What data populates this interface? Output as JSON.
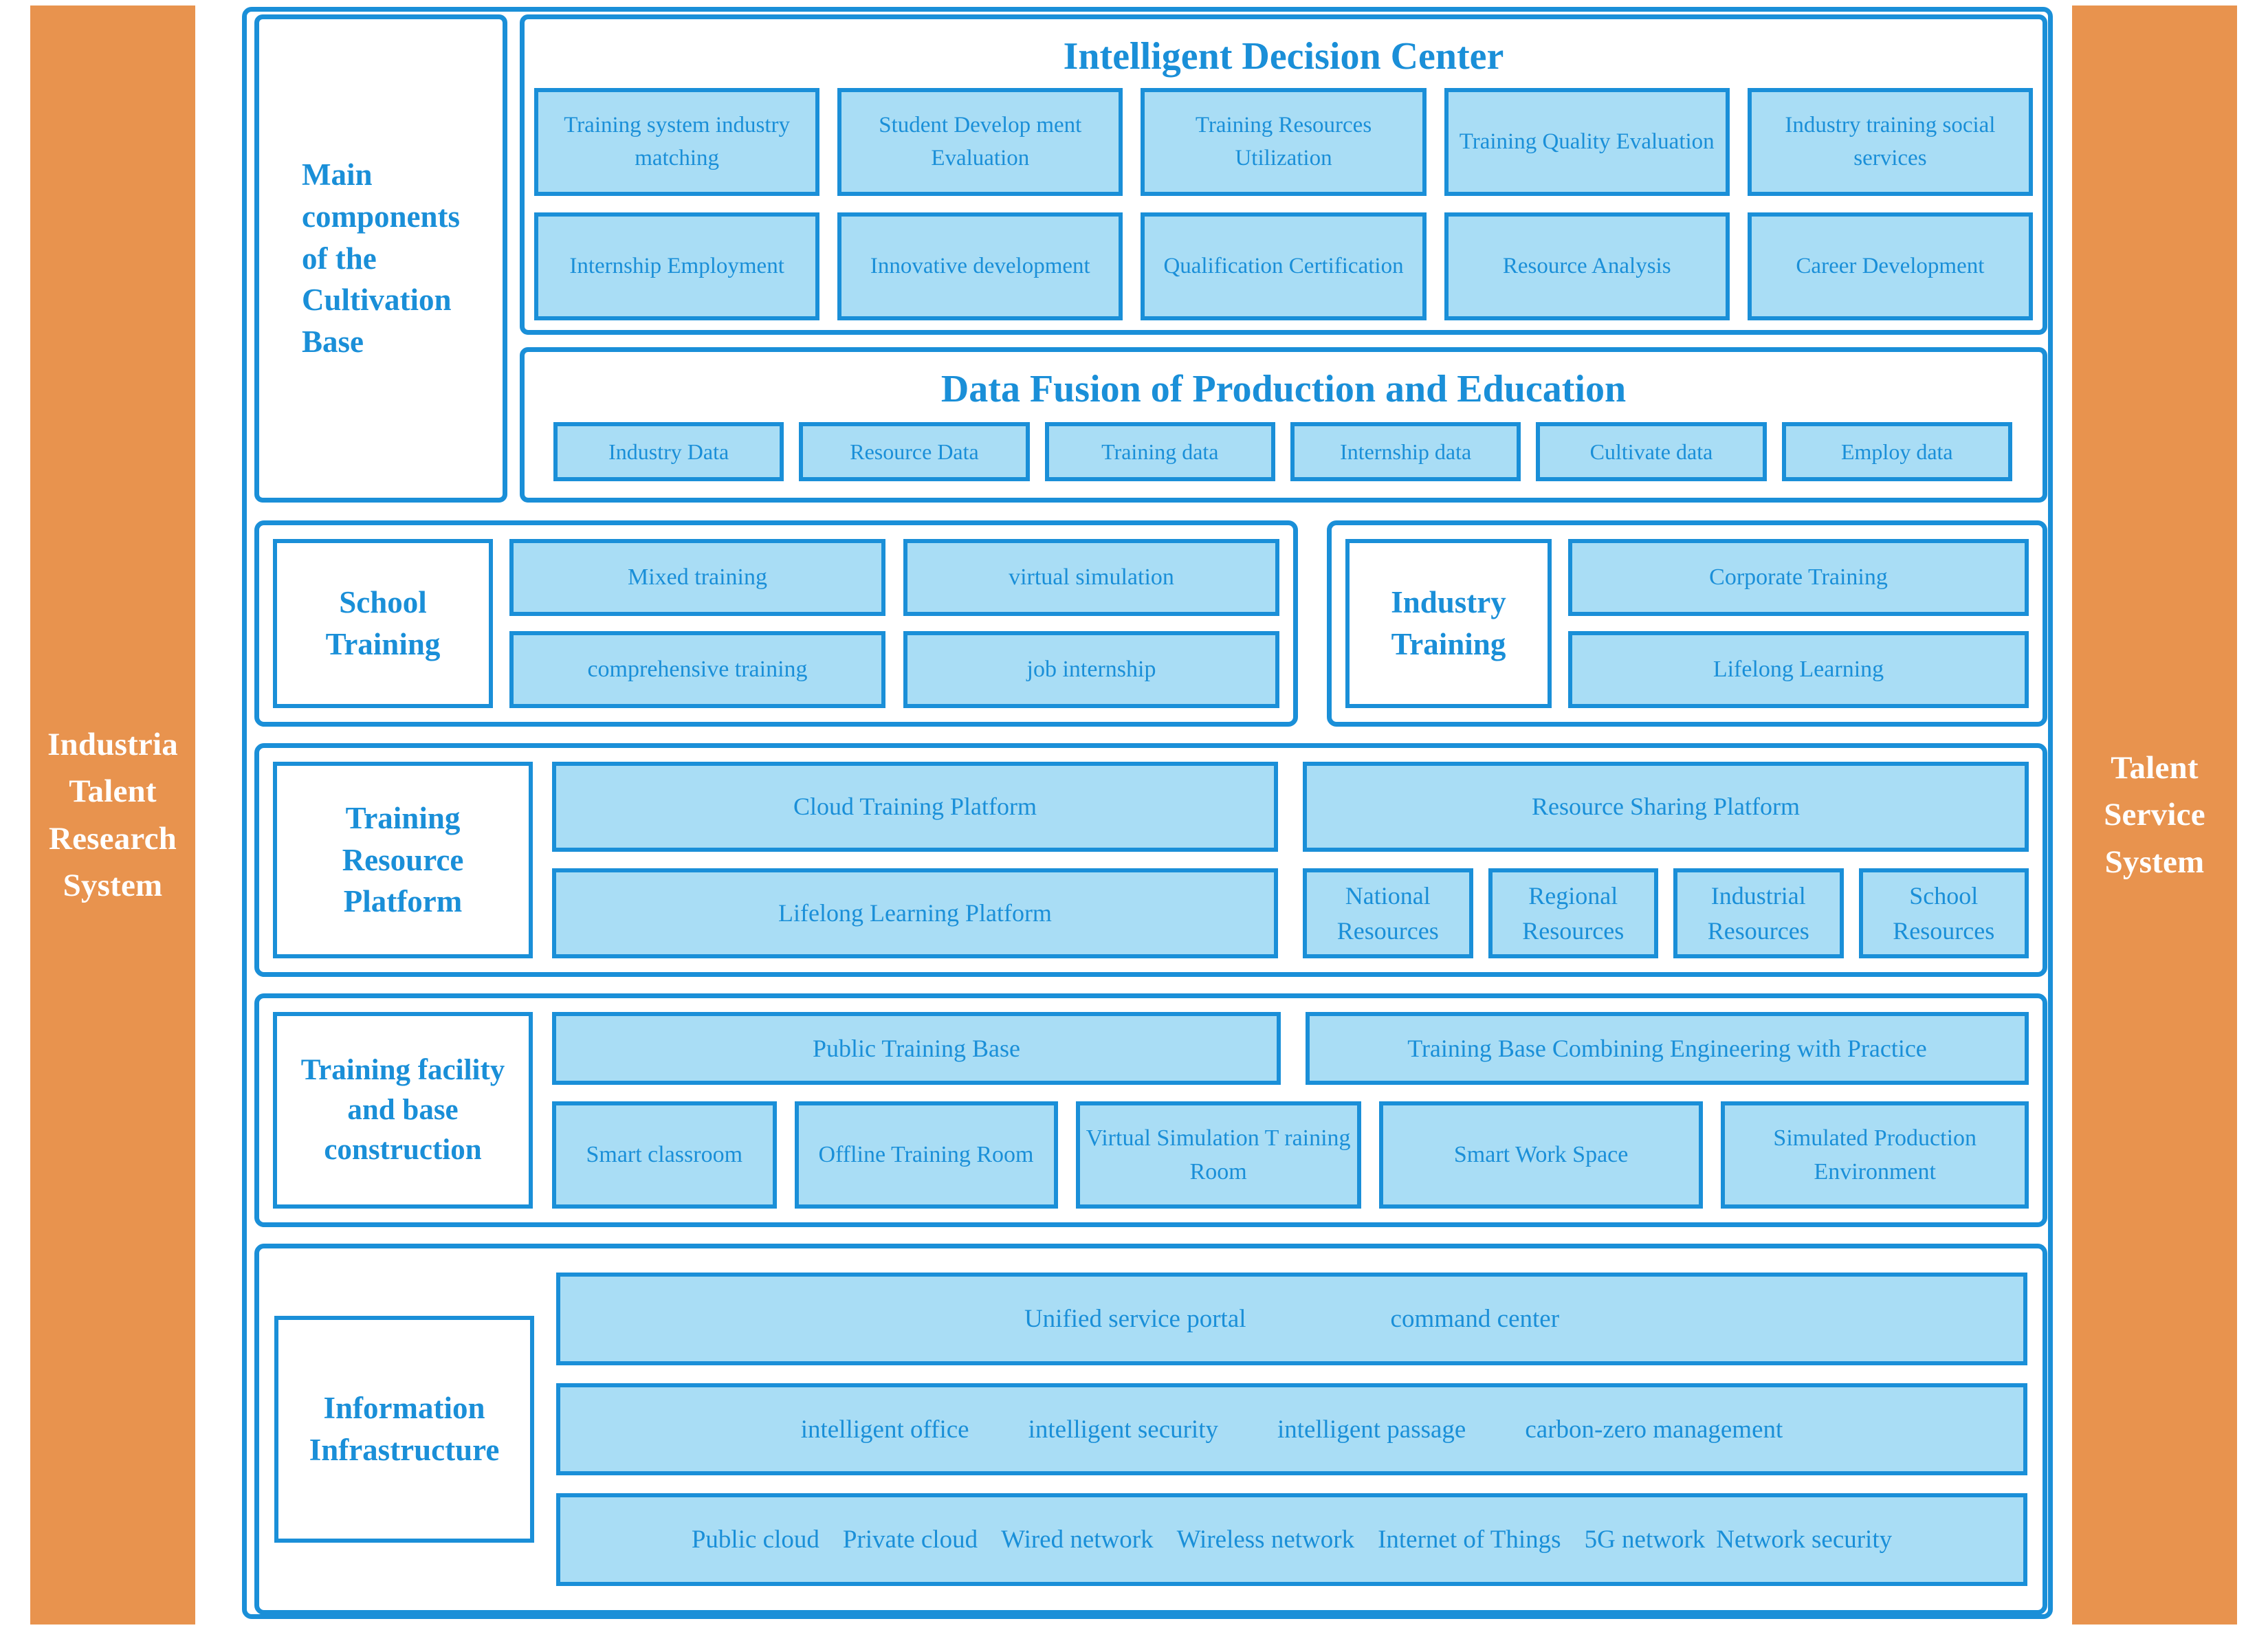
{
  "colors": {
    "accent_blue": "#1a8fd8",
    "fill_blue": "#a9ddf5",
    "sidebar_orange": "#e8934e",
    "background": "#ffffff"
  },
  "sidebars": {
    "left": {
      "name": "industrial-talent-research-system",
      "text": "Industria\nTalent\nResearch\nSystem"
    },
    "right": {
      "name": "talent-service-system",
      "text": "Talent\nService\nSystem"
    }
  },
  "rows": {
    "cultivation": {
      "label": "Main\ncomponents\nof the\nCultivation\nBase",
      "intelligent_decision_center": {
        "title": "Intelligent Decision Center",
        "row1": [
          "Training system\nindustry matching",
          "Student Develop\nment Evaluation",
          "Training Resources\nUtilization",
          "Training Quality\nEvaluation",
          "Industry training\nsocial services"
        ],
        "row2": [
          "Internship\nEmployment",
          "Innovative\ndevelopment",
          "Qualification\nCertification",
          "Resource\nAnalysis",
          "Career Development"
        ]
      },
      "data_fusion": {
        "title": "Data Fusion of Production and Education",
        "items": [
          "Industry Data",
          "Resource Data",
          "Training data",
          "Internship data",
          "Cultivate data",
          "Employ data"
        ]
      }
    },
    "school_training": {
      "label": "School\nTraining",
      "items_row1": [
        "Mixed training",
        "virtual simulation"
      ],
      "items_row2": [
        "comprehensive training",
        "job internship"
      ]
    },
    "industry_training": {
      "label": "Industry\nTraining",
      "items_row1": [
        "Corporate Training"
      ],
      "items_row2": [
        "Lifelong Learning"
      ]
    },
    "training_resource_platform": {
      "label": "Training\nResource\nPlatform",
      "row1_left": [
        "Cloud Training Platform"
      ],
      "row1_right": [
        "Resource Sharing Platform"
      ],
      "row2_left": [
        "Lifelong Learning Platform"
      ],
      "row2_right": [
        "National\nResources",
        "Regional\nResources",
        "Industrial\nResources",
        "School\nResources"
      ]
    },
    "training_facility": {
      "label": "Training facility\nand base\nconstruction",
      "row1": [
        "Public Training Base",
        "Training Base Combining Engineering with Practice"
      ],
      "row2": [
        "Smart\nclassroom",
        "Offline Training\nRoom",
        "Virtual Simulation T\nraining Room",
        "Smart Work Space",
        "Simulated Production\nEnvironment"
      ]
    },
    "information_infrastructure": {
      "label": "Information\nInfrastructure",
      "band1": [
        "Unified service portal",
        "command center"
      ],
      "band2": [
        "intelligent office",
        "intelligent security",
        "intelligent passage",
        "carbon-zero management"
      ],
      "band3": [
        "Public cloud",
        "Private cloud",
        "Wired network",
        "Wireless network",
        "Internet of Things",
        "5G network",
        "Network  security"
      ]
    }
  }
}
